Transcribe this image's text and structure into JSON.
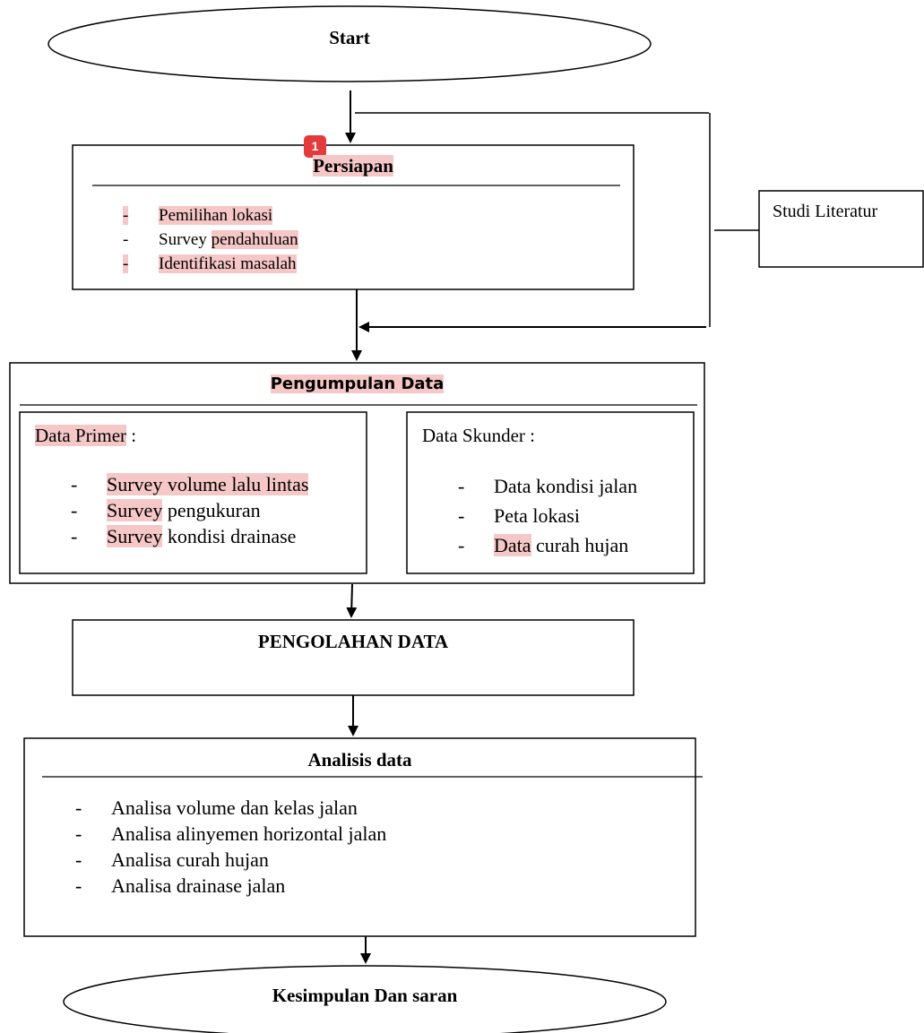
{
  "start": {
    "label": "Start"
  },
  "persiapan": {
    "title": "Persiapan",
    "items": [
      {
        "dash": "-",
        "text": "Pemilihan lokasi"
      },
      {
        "dash": "-",
        "text_a": "Survey ",
        "text_b": "pendahuluan"
      },
      {
        "dash": "-",
        "text": "Identifikasi masalah"
      }
    ]
  },
  "studi": {
    "label": "Studi Literatur"
  },
  "pengumpulan": {
    "title": "Pengumpulan Data",
    "primer": {
      "heading": "Data Primer",
      "heading_suffix": " :",
      "items": [
        {
          "dash": "-",
          "hl": "Survey volume lalu lintas",
          "rest": ""
        },
        {
          "dash": "-",
          "hl": "Survey",
          "rest": " pengukuran"
        },
        {
          "dash": "-",
          "hl": "Survey",
          "rest": " kondisi drainase"
        }
      ]
    },
    "skunder": {
      "heading": "Data Skunder :",
      "items": [
        {
          "dash": "-",
          "hl": "",
          "rest": "Data kondisi jalan"
        },
        {
          "dash": "-",
          "hl": "",
          "rest": "Peta lokasi"
        },
        {
          "dash": "-",
          "hl": "Data",
          "rest": " curah hujan"
        }
      ]
    }
  },
  "pengolahan": {
    "title": "PENGOLAHAN DATA"
  },
  "analisis": {
    "title": "Analisis data",
    "items": [
      {
        "dash": "-",
        "text": "Analisa volume dan kelas jalan"
      },
      {
        "dash": "-",
        "text": "Analisa alinyemen horizontal jalan"
      },
      {
        "dash": "-",
        "text": "Analisa curah hujan"
      },
      {
        "dash": "-",
        "text": "Analisa drainase jalan"
      }
    ]
  },
  "kesimpulan": {
    "label": "Kesimpulan Dan saran"
  },
  "annotation": {
    "badge": "1",
    "color": "#e33b3b"
  },
  "highlight_color": "#f6c7c7"
}
